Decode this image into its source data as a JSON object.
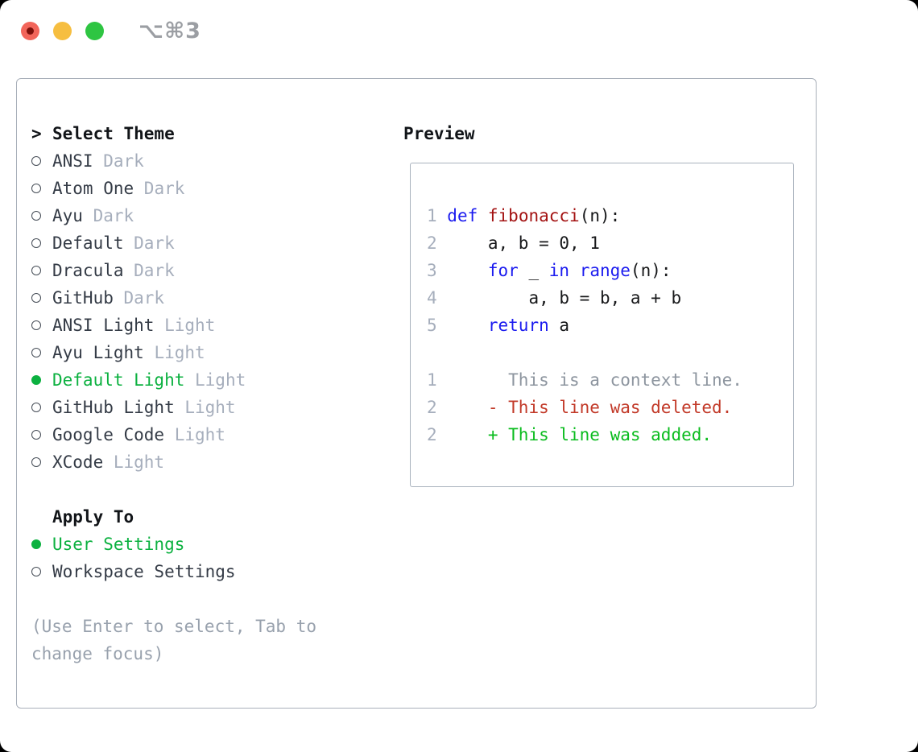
{
  "window": {
    "shortcut": "⌥⌘3"
  },
  "traffic_lights": {
    "close_color": "#f2655a",
    "minimize_color": "#f6be40",
    "zoom_color": "#2ec542"
  },
  "theme_picker": {
    "marker": ">",
    "title": "Select Theme",
    "items": [
      {
        "name": "ANSI",
        "variant": "Dark",
        "selected": false
      },
      {
        "name": "Atom One",
        "variant": "Dark",
        "selected": false
      },
      {
        "name": "Ayu",
        "variant": "Dark",
        "selected": false
      },
      {
        "name": "Default",
        "variant": "Dark",
        "selected": false
      },
      {
        "name": "Dracula",
        "variant": "Dark",
        "selected": false
      },
      {
        "name": "GitHub",
        "variant": "Dark",
        "selected": false
      },
      {
        "name": "ANSI Light",
        "variant": "Light",
        "selected": false
      },
      {
        "name": "Ayu Light",
        "variant": "Light",
        "selected": false
      },
      {
        "name": "Default Light",
        "variant": "Light",
        "selected": true
      },
      {
        "name": "GitHub Light",
        "variant": "Light",
        "selected": false
      },
      {
        "name": "Google Code",
        "variant": "Light",
        "selected": false
      },
      {
        "name": "XCode",
        "variant": "Light",
        "selected": false
      }
    ],
    "apply_to": {
      "title": "Apply To",
      "options": [
        {
          "label": "User Settings",
          "selected": true
        },
        {
          "label": "Workspace Settings",
          "selected": false
        }
      ]
    },
    "hint": "(Use Enter to select, Tab to change focus)",
    "accent_green": "#0cb140"
  },
  "preview": {
    "title": "Preview",
    "colors": {
      "ln": "#a6aebc",
      "kw": "#1b1bef",
      "fn": "#a31212",
      "pl": "#17181a",
      "ctx": "#8d959f",
      "del": "#c23928",
      "add": "#0abc1e"
    },
    "lines": [
      {
        "segments": []
      },
      {
        "segments": [
          {
            "text": "1 ",
            "color": "ln"
          },
          {
            "text": "def",
            "color": "kw"
          },
          {
            "text": " ",
            "color": "pl"
          },
          {
            "text": "fibonacci",
            "color": "fn"
          },
          {
            "text": "(n):",
            "color": "pl"
          }
        ]
      },
      {
        "segments": [
          {
            "text": "2 ",
            "color": "ln"
          },
          {
            "text": "    a, b = 0, 1",
            "color": "pl"
          }
        ]
      },
      {
        "segments": [
          {
            "text": "3 ",
            "color": "ln"
          },
          {
            "text": "    ",
            "color": "pl"
          },
          {
            "text": "for",
            "color": "kw"
          },
          {
            "text": " _ ",
            "color": "pl"
          },
          {
            "text": "in",
            "color": "kw"
          },
          {
            "text": " ",
            "color": "pl"
          },
          {
            "text": "range",
            "color": "kw"
          },
          {
            "text": "(n):",
            "color": "pl"
          }
        ]
      },
      {
        "segments": [
          {
            "text": "4 ",
            "color": "ln"
          },
          {
            "text": "        a, b = b, a + b",
            "color": "pl"
          }
        ]
      },
      {
        "segments": [
          {
            "text": "5 ",
            "color": "ln"
          },
          {
            "text": "    ",
            "color": "pl"
          },
          {
            "text": "return",
            "color": "kw"
          },
          {
            "text": " a",
            "color": "pl"
          }
        ]
      },
      {
        "segments": []
      },
      {
        "segments": [
          {
            "text": "1",
            "color": "ln"
          },
          {
            "text": "       This is a context line.",
            "color": "ctx"
          }
        ]
      },
      {
        "segments": [
          {
            "text": "2",
            "color": "ln"
          },
          {
            "text": "     ",
            "color": "pl"
          },
          {
            "text": "- This line was deleted.",
            "color": "del"
          }
        ]
      },
      {
        "segments": [
          {
            "text": "2",
            "color": "ln"
          },
          {
            "text": "     ",
            "color": "pl"
          },
          {
            "text": "+ This line was added.",
            "color": "add"
          }
        ]
      }
    ]
  }
}
